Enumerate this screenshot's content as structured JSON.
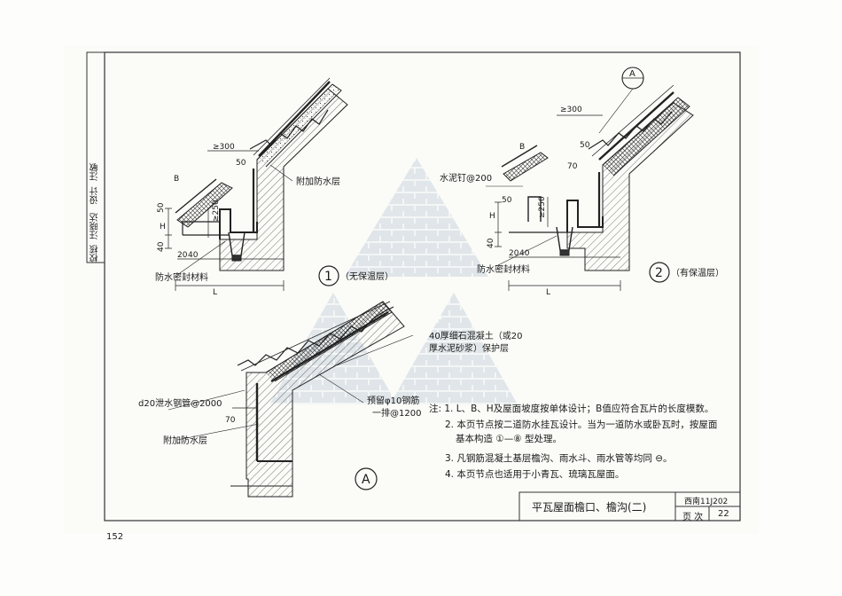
{
  "page_number": "152",
  "side_strip": [
    "校核",
    "汪晓达",
    "设计",
    "汪敏"
  ],
  "detail1": {
    "number": "1",
    "title": "（无保温层）",
    "labels": {
      "fangshui_extra": "附加防水层",
      "seal": "防水密封材料",
      "ge300": "≥300",
      "ge250": "≥250",
      "d50": "50",
      "d50b": "50",
      "d40a": "40",
      "d40b": "40",
      "d20": "20",
      "B": "B",
      "H": "H",
      "L": "L"
    }
  },
  "detail2": {
    "number": "2",
    "title": "（有保温层）",
    "callout": "A",
    "labels": {
      "nail": "水泥钉@200",
      "seal": "防水密封材料",
      "ge300": "≥300",
      "ge250": "≥250",
      "d50": "50",
      "d50b": "50",
      "d70": "70",
      "d40a": "40",
      "d40b": "40",
      "d20": "20",
      "B": "B",
      "H": "H",
      "L": "L"
    }
  },
  "detailA": {
    "callout": "A",
    "labels": {
      "protect_line1": "40厚细石混凝土（或20",
      "protect_line2": "厚水泥砂浆）保护层",
      "drain": "d20泄水钢管@2000",
      "rebar_line1": "预留φ10钢筋",
      "rebar_line2": "一排@1200",
      "d70": "70",
      "fangshui_extra": "附加防水层"
    }
  },
  "notes": [
    "注: 1. L、B、H及屋面坡度按单体设计；B值应符合瓦片的长度模数。",
    "2. 本页节点按二道防水挂瓦设计。当为一道防水或卧瓦时，按屋面",
    "基本构造 ①—⑧ 型处理。",
    "3. 凡钢筋混凝土基层檐沟、雨水斗、雨水管等均同 ⊖。",
    "4. 本页节点也适用于小青瓦、琉璃瓦屋面。"
  ],
  "title_block": {
    "title": "平瓦屋面檐口、檐沟(二)",
    "atlas": "西南11J202",
    "page_label": "页 次",
    "page_no": "22"
  }
}
